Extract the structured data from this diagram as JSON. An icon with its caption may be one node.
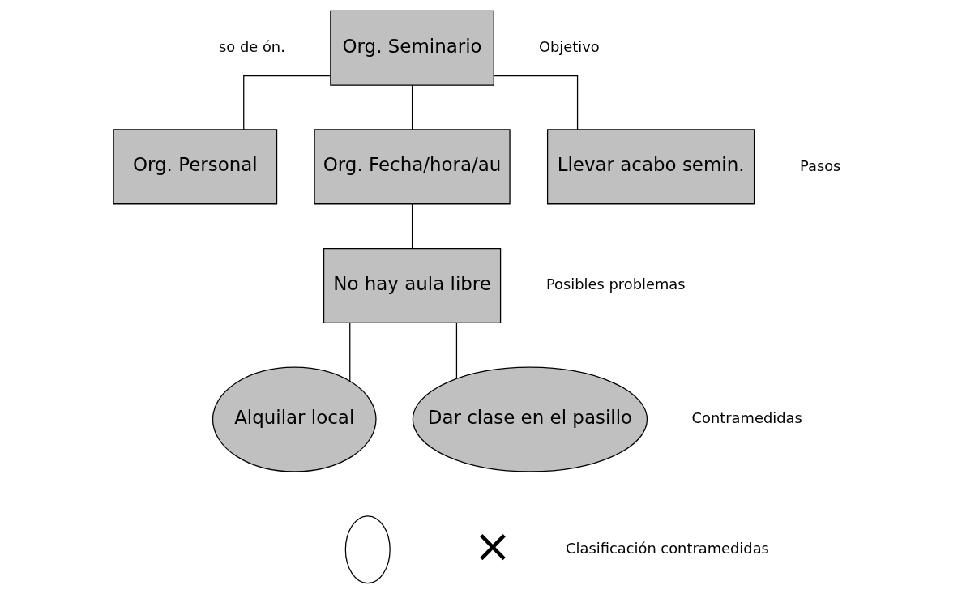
{
  "diagram": {
    "nodes": [
      {
        "text": [
          "Org. Seminario"
        ]
      },
      {
        "text": [
          "Org. Personal"
        ]
      },
      {
        "text": [
          "Org. Fecha/hora/au"
        ]
      },
      {
        "text": [
          "Llevar acabo semin."
        ]
      },
      {
        "text": [
          "No hay aula libre"
        ]
      },
      {
        "text": [
          "Alquilar local"
        ]
      },
      {
        "text": [
          "Dar clase en el pasillo"
        ]
      },
      {
        "text": [],
        "shape": "circle"
      }
    ],
    "edges": [
      {
        "from": 0,
        "to": 1,
        "arrow": "none"
      },
      {
        "from": 0,
        "to": 2,
        "arrow": "none"
      },
      {
        "from": 0,
        "to": 3,
        "arrow": "none"
      },
      {
        "from": 2,
        "to": 4,
        "arrow": "none"
      },
      {
        "from": 4,
        "to": 5,
        "arrow": "none"
      },
      {
        "from": 4,
        "to": 6,
        "arrow": "none"
      }
    ],
    "labels": [
      "so de ón.",
      "Objetivo",
      "Pasos",
      "Posibles problemas",
      "Contramedidas",
      "×",
      "Clasificación contramedidas"
    ]
  }
}
